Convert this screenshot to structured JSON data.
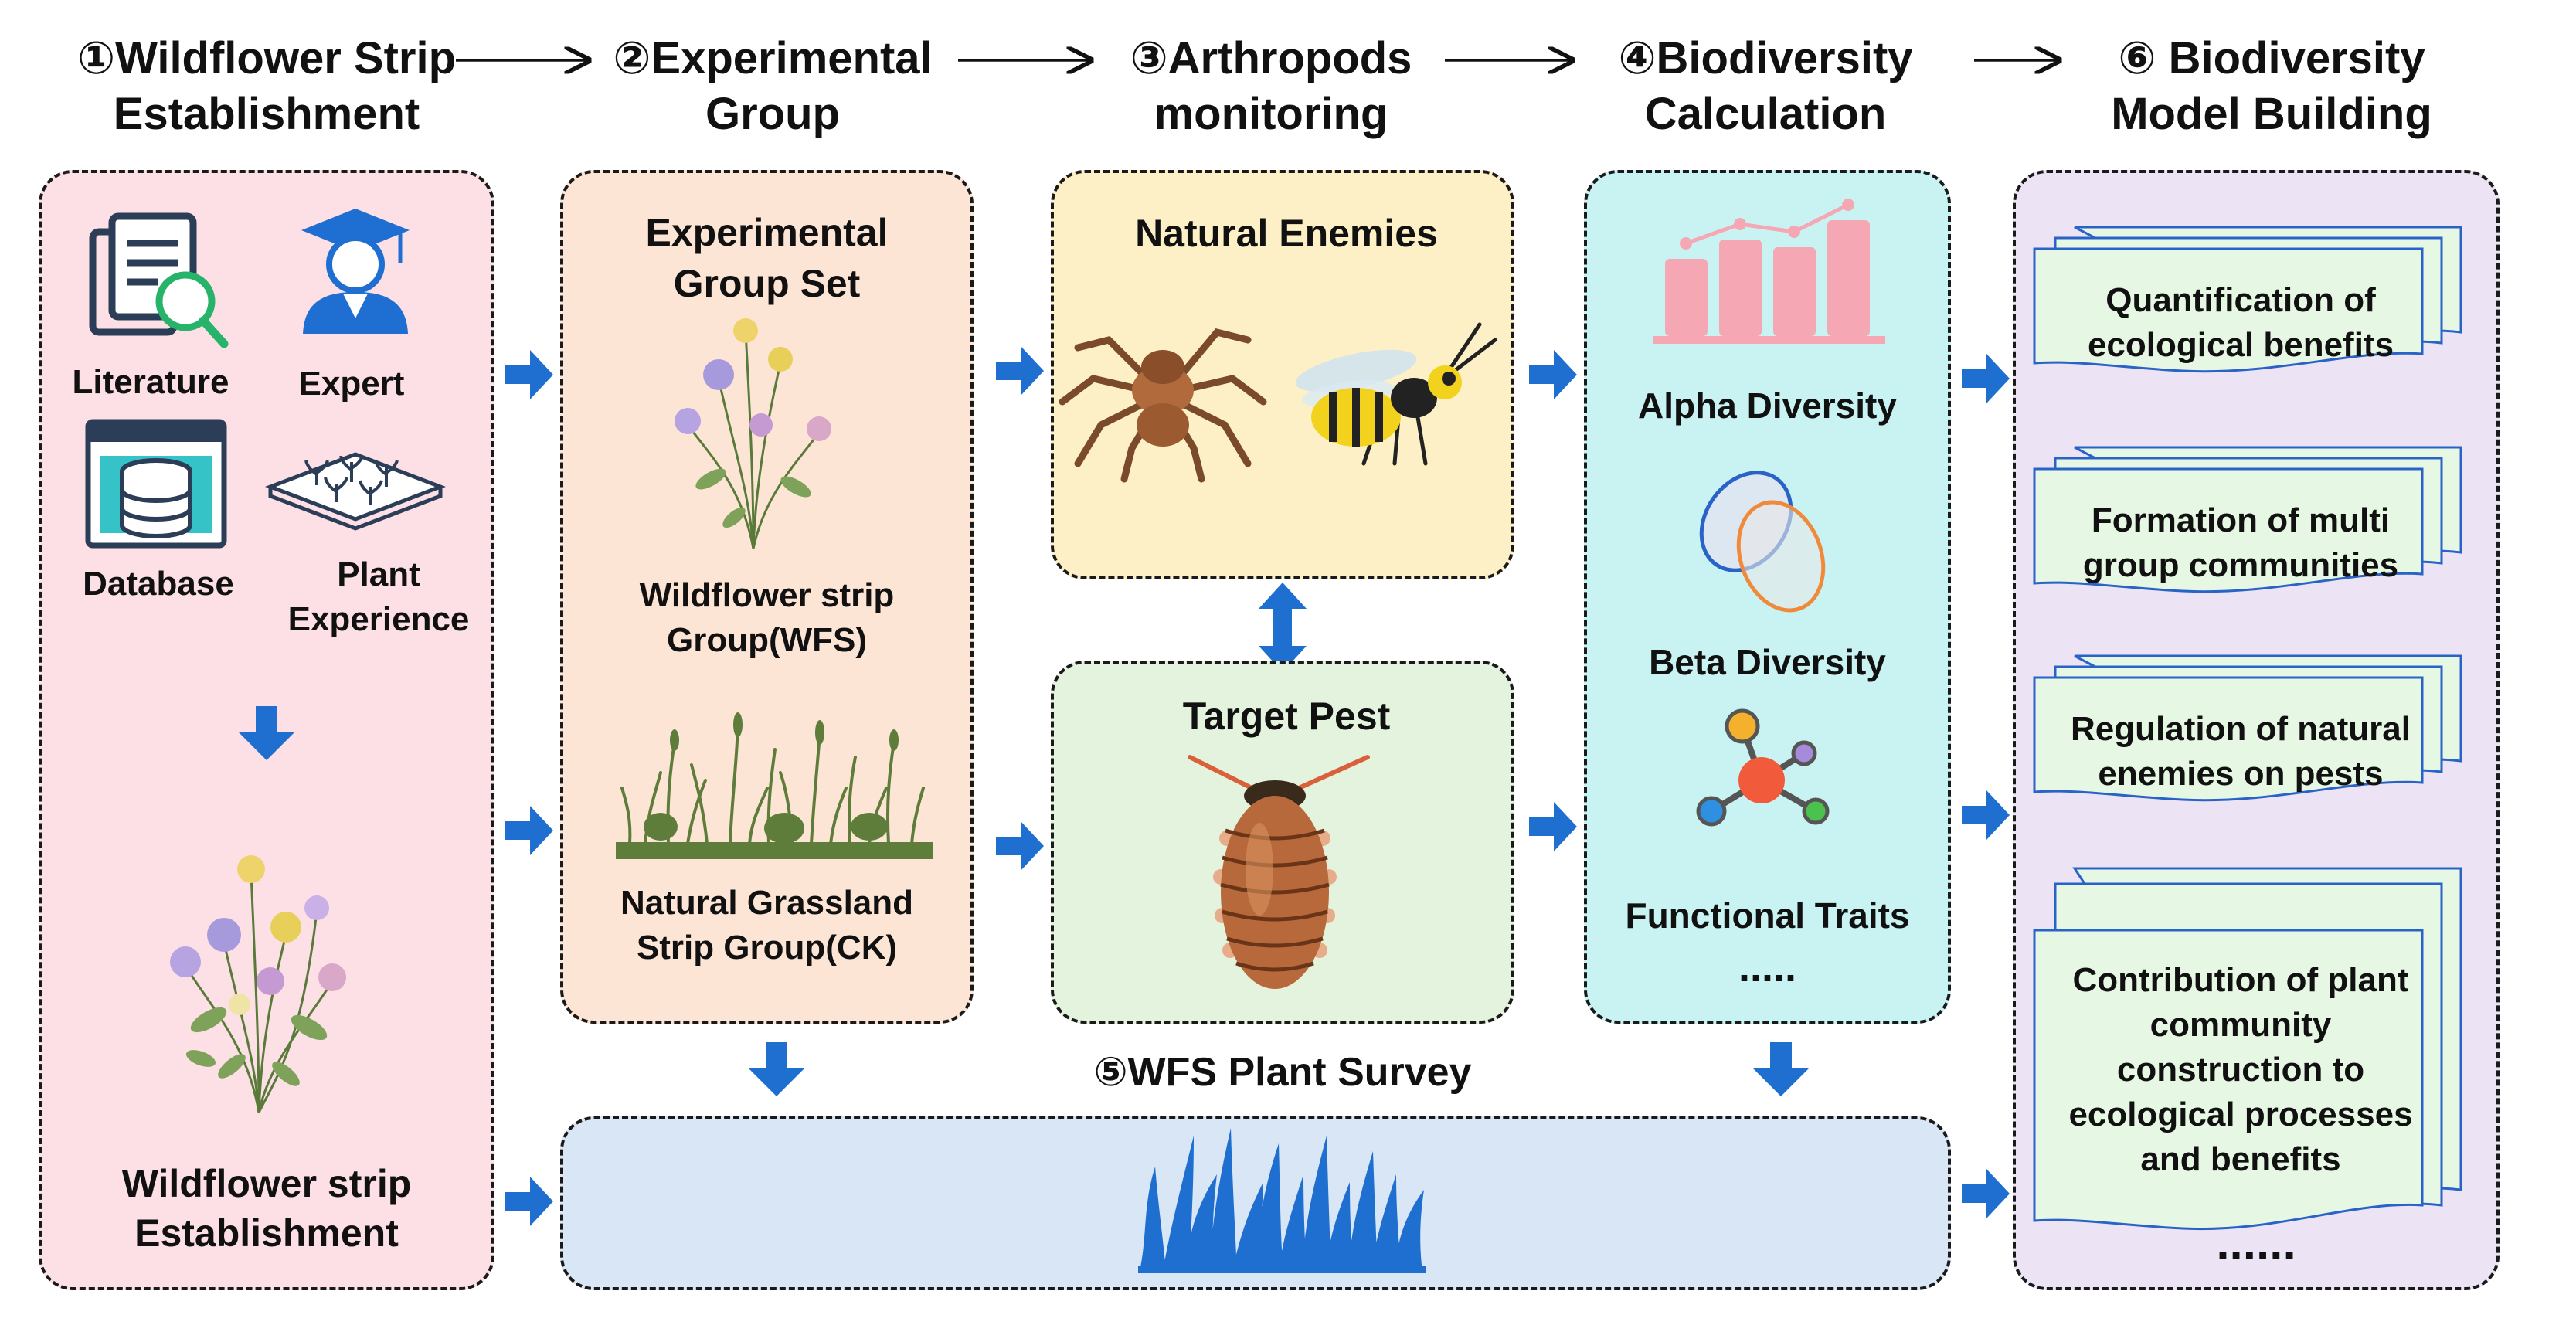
{
  "headers": {
    "h1": [
      "①Wildflower Strip",
      "Establishment"
    ],
    "h2": [
      "②Experimental",
      "Group"
    ],
    "h3": [
      "③Arthropods",
      "monitoring"
    ],
    "h4": [
      "④Biodiversity",
      "Calculation"
    ],
    "h6": [
      "⑥ Biodiversity",
      "Model Building"
    ]
  },
  "panel1": {
    "literature": "Literature",
    "expert": "Expert",
    "database": "Database",
    "plant_experience": [
      "Plant",
      "Experience"
    ],
    "bottom": [
      "Wildflower strip",
      "Establishment"
    ]
  },
  "panel2": {
    "title": [
      "Experimental",
      "Group Set"
    ],
    "wfs": [
      "Wildflower strip",
      "Group(WFS)"
    ],
    "ck": [
      "Natural Grassland",
      "Strip Group(CK)"
    ]
  },
  "panel3": {
    "natural_enemies": "Natural Enemies",
    "target_pest": "Target Pest"
  },
  "panel4": {
    "alpha": "Alpha Diversity",
    "beta": "Beta Diversity",
    "functional": "Functional Traits",
    "more": "....."
  },
  "panel5": {
    "title": "⑤WFS Plant Survey"
  },
  "panel6": {
    "card1": [
      "Quantification of",
      "ecological benefits"
    ],
    "card2": [
      "Formation of multi",
      "group communities"
    ],
    "card3": [
      "Regulation of natural",
      "enemies on pests"
    ],
    "card4": [
      "Contribution of plant",
      "community",
      "construction to",
      "ecological processes",
      "and benefits"
    ],
    "more": "......"
  },
  "colors": {
    "panel1_bg": "#fde0e5",
    "panel2_bg": "#fde5d6",
    "panel3a_bg": "#fdf0c6",
    "panel3b_bg": "#e4f3dd",
    "panel4_bg": "#c9f3f2",
    "panel5_bg": "#d9e6f5",
    "panel6_bg": "#ece3f5",
    "arrow_blue": "#1f6fd1",
    "card_bg": "#e6f7e3",
    "card_border": "#2a63c8"
  }
}
